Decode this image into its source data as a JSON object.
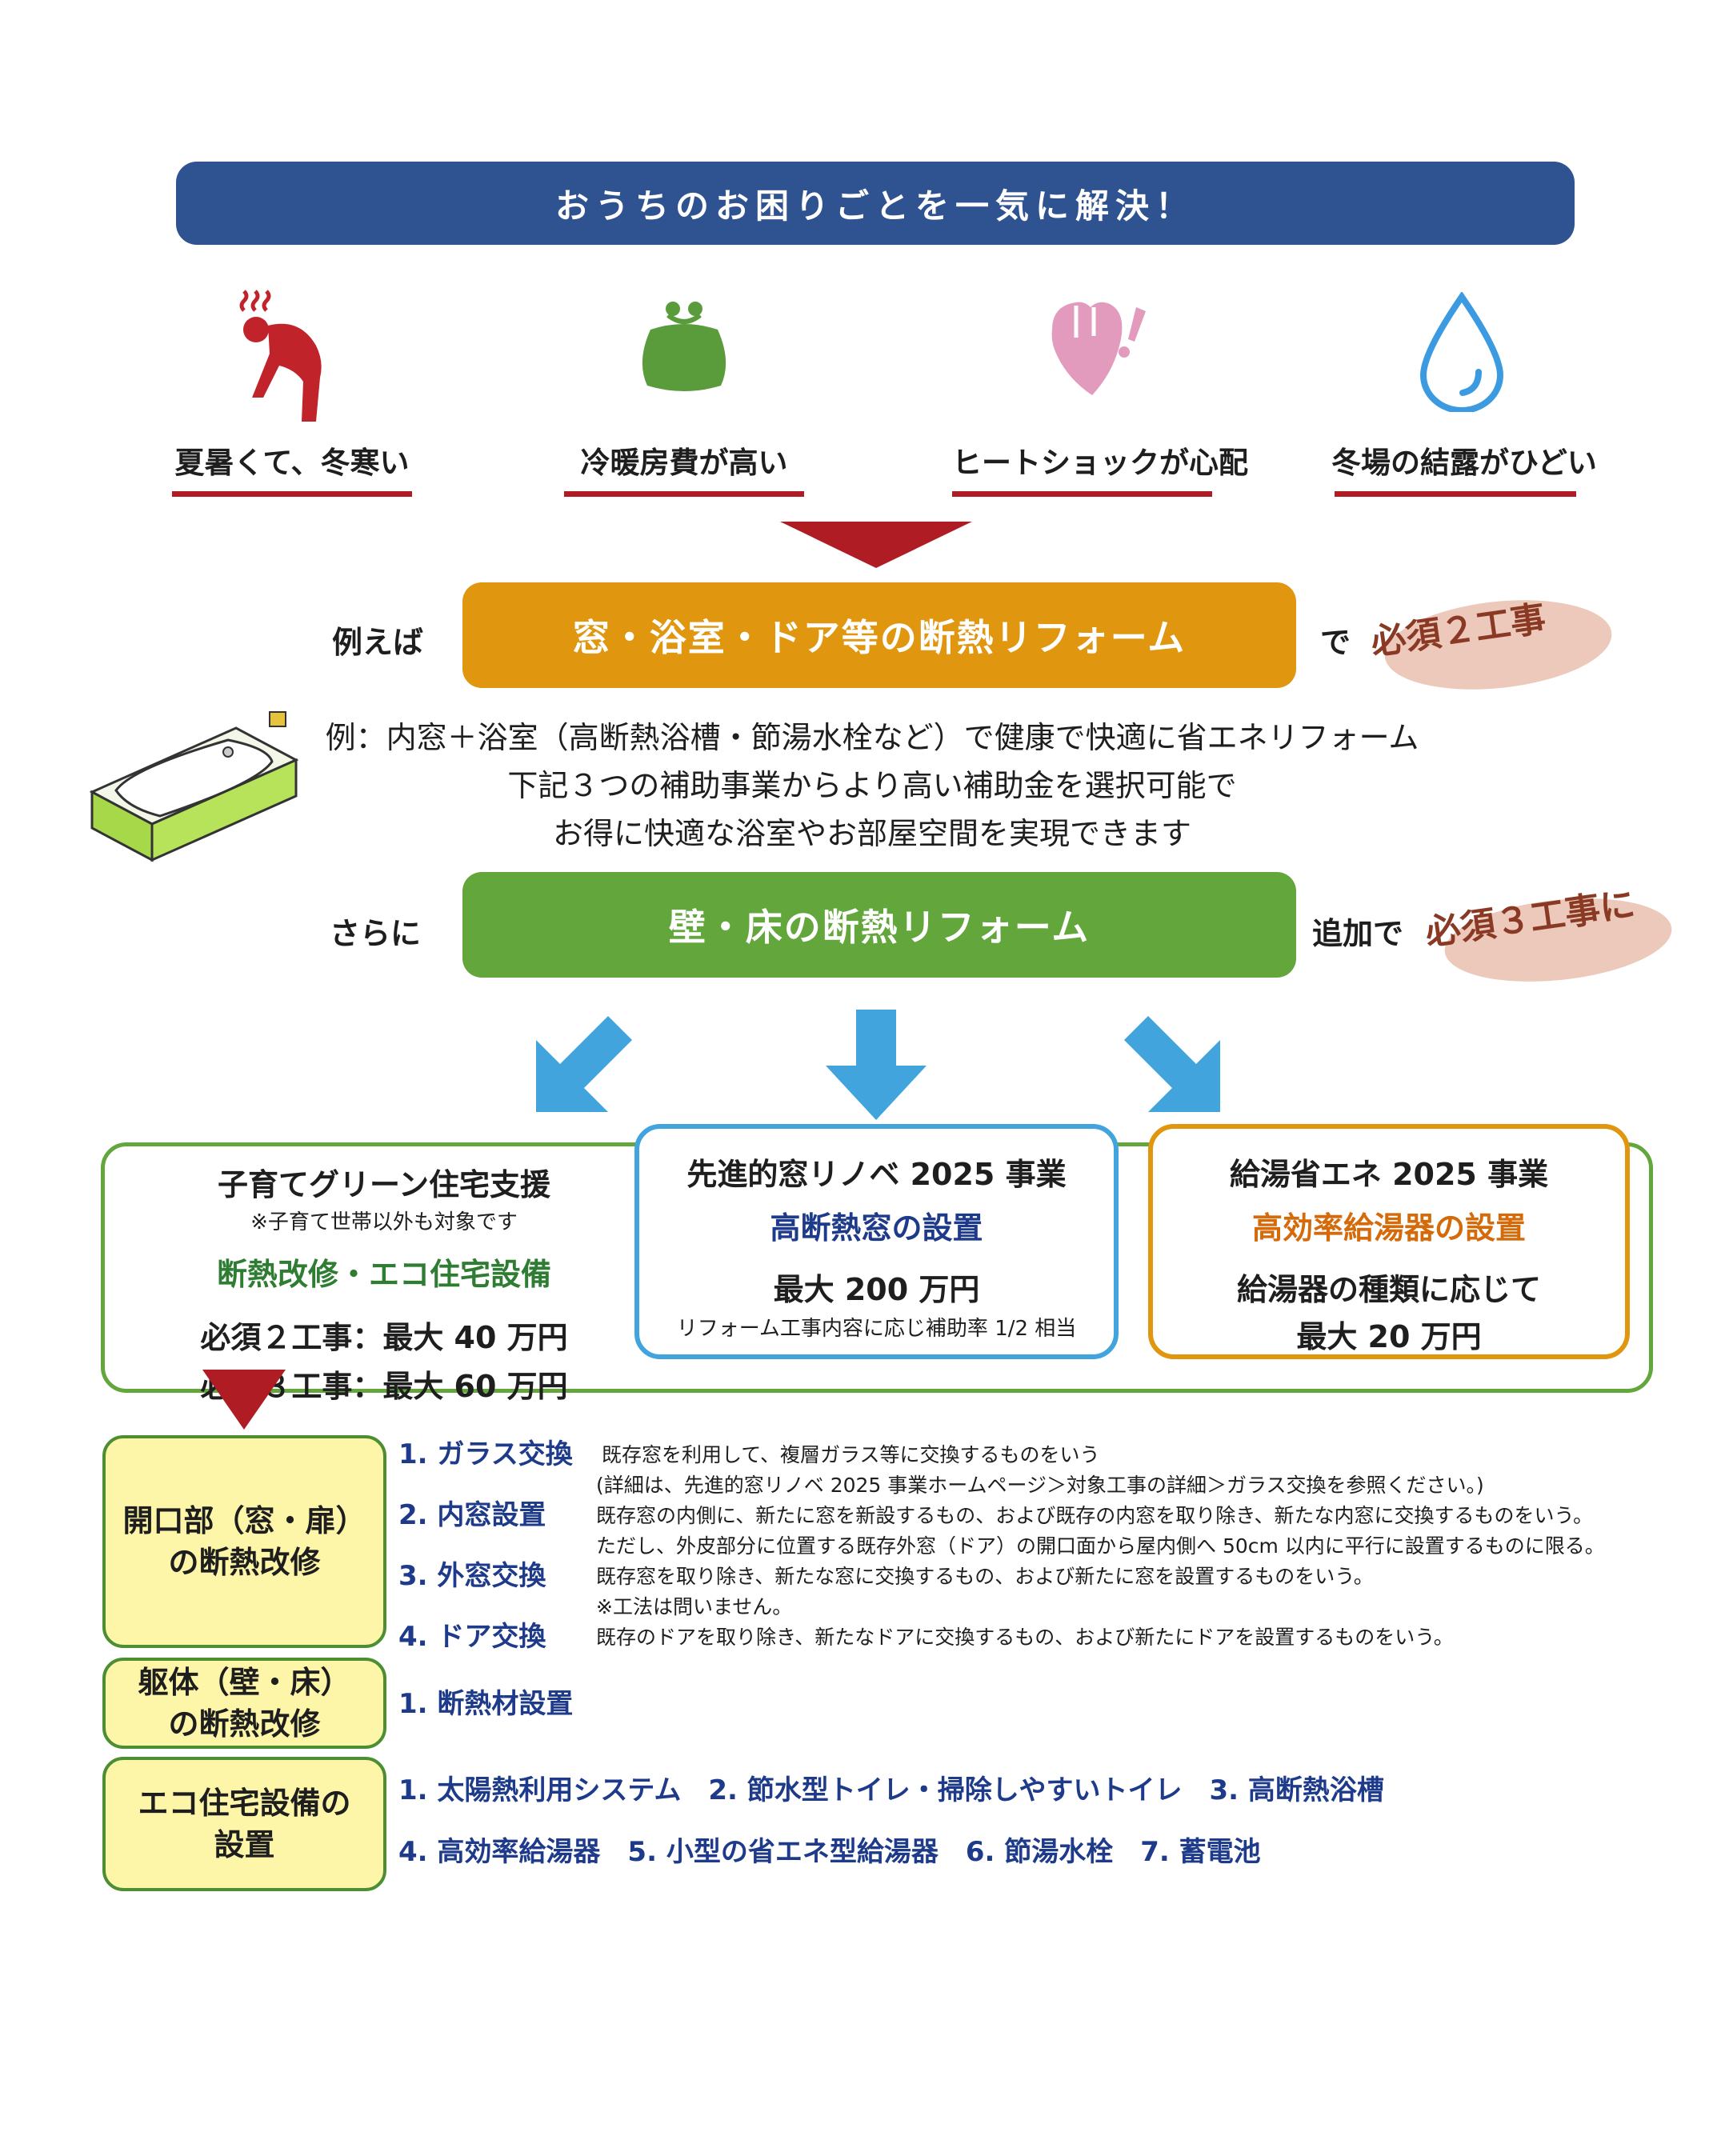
{
  "banner": "おうちのお困りごとを一気に解決！",
  "problems": [
    {
      "label": "夏暑くて、冬寒い",
      "icon": "person-hot-icon"
    },
    {
      "label": "冷暖房費が高い",
      "icon": "coin-purse-icon"
    },
    {
      "label": "ヒートショックが心配",
      "icon": "heart-alert-icon"
    },
    {
      "label": "冬場の結露がひどい",
      "icon": "water-drop-icon"
    }
  ],
  "step1": {
    "prefix": "例えば",
    "pill": "窓・浴室・ドア等の断熱リフォーム",
    "suffix": "で",
    "must": "必須２工事"
  },
  "description": [
    "例：内窓＋浴室（高断熱浴槽・節湯水栓など）で健康で快適に省エネリフォーム",
    "下記３つの補助事業からより高い補助金を選択可能で",
    "お得に快適な浴室やお部屋空間を実現できます"
  ],
  "step2": {
    "prefix": "さらに",
    "pill": "壁・床の断熱リフォーム",
    "suffix": "追加で",
    "must": "必須３工事に"
  },
  "programs": {
    "green": {
      "title": "子育てグリーン住宅支援",
      "note": "※子育て世帯以外も対象です",
      "sub": "断熱改修・エコ住宅設備",
      "line1": "必須２工事：最大 40 万円",
      "line2": "必須３工事：最大 60 万円"
    },
    "window": {
      "title": "先進的窓リノベ 2025 事業",
      "sub": "高断熱窓の設置",
      "amount": "最大 200 万円",
      "note": "リフォーム工事内容に応じ補助率 1/2 相当"
    },
    "water": {
      "title": "給湯省エネ 2025 事業",
      "sub": "高効率給湯器の設置",
      "line1": "給湯器の種類に応じて",
      "line2": "最大 20 万円"
    }
  },
  "categories": [
    {
      "label1": "開口部（窓・扉）",
      "label2": "の断熱改修"
    },
    {
      "label1": "躯体（壁・床）",
      "label2": "の断熱改修"
    },
    {
      "label1": "エコ住宅設備の",
      "label2": "設置"
    }
  ],
  "opening_items": [
    {
      "name": "1. ガラス交換",
      "details": [
        "既存窓を利用して、複層ガラス等に交換するものをいう",
        "(詳細は、先進的窓リノベ 2025 事業ホームページ＞対象工事の詳細＞ガラス交換を参照ください。)"
      ]
    },
    {
      "name": "2. 内窓設置",
      "details": [
        "既存窓の内側に、新たに窓を新設するもの、および既存の内窓を取り除き、新たな内窓に交換するものをいう。",
        "ただし、外皮部分に位置する既存外窓（ドア）の開口面から屋内側へ 50cm 以内に平行に設置するものに限る。"
      ]
    },
    {
      "name": "3. 外窓交換",
      "details": [
        "既存窓を取り除き、新たな窓に交換するもの、および新たに窓を設置するものをいう。",
        "※工法は問いません。"
      ]
    },
    {
      "name": "4. ドア交換",
      "details": [
        "既存のドアを取り除き、新たなドアに交換するもの、および新たにドアを設置するものをいう。"
      ]
    }
  ],
  "body_items": [
    "1. 断熱材設置"
  ],
  "eco_items": {
    "row1": "1. 太陽熱利用システム　2. 節水型トイレ・掃除しやすいトイレ　3. 高断熱浴槽",
    "row2": "4. 高効率給湯器　5. 小型の省エネ型給湯器　6. 節湯水栓　7. 蓄電池"
  },
  "colors": {
    "navy": "#2f5290",
    "orange": "#e0960f",
    "green": "#62a63c",
    "red": "#b01c24",
    "blue": "#41a4dd",
    "item_blue": "#1e3a8a"
  }
}
